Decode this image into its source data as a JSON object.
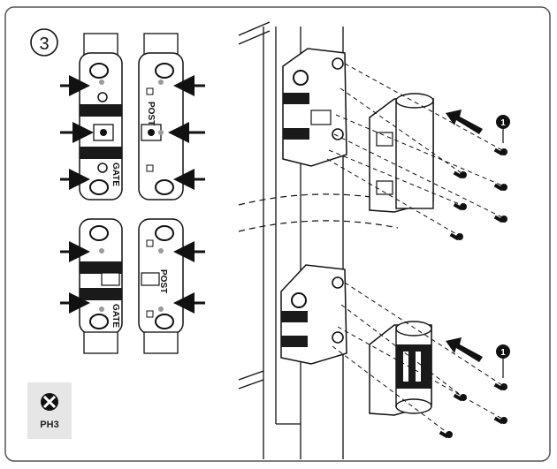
{
  "step": {
    "number": "3"
  },
  "labels": {
    "gate": "GATE",
    "post": "POST"
  },
  "callouts": {
    "marker": "1"
  },
  "tool_badge": {
    "icon": "phillips-screwdriver-icon",
    "label": "PH3"
  },
  "colors": {
    "ink": "#111111",
    "strip": "#1a1a1a",
    "hole": "#9a9a9a",
    "frame": "#555555",
    "badge_bg": "#e6e6e6"
  }
}
